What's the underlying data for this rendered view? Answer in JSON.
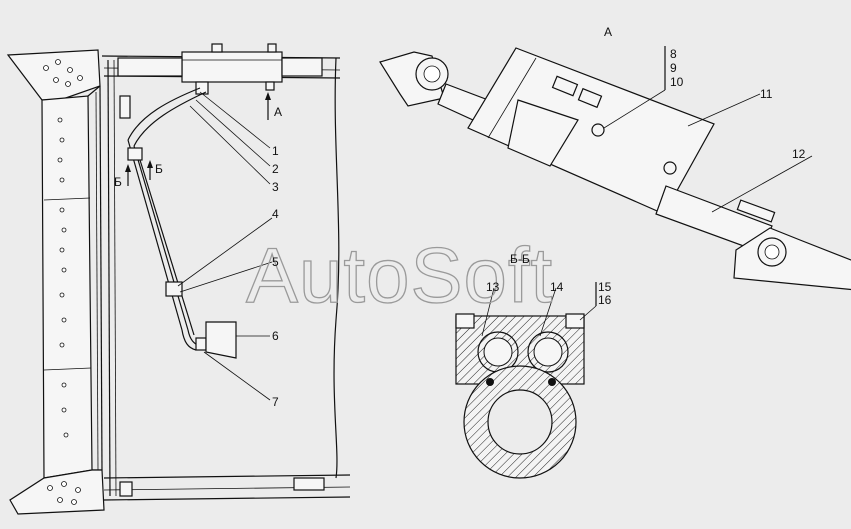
{
  "view_label_a": "А",
  "section_label": "Б-Б",
  "section_mark": "Б",
  "watermark": "AutoSoft",
  "callouts": {
    "c1": "1",
    "c2": "2",
    "c3": "3",
    "c4": "4",
    "c5": "5",
    "c6": "6",
    "c7": "7",
    "c8": "8",
    "c9": "9",
    "c10": "10",
    "c11": "11",
    "c12": "12",
    "c13": "13",
    "c14": "14",
    "c15": "15",
    "c16": "16"
  },
  "colors": {
    "background": "#ececec",
    "line": "#111111",
    "watermark": "#9a9a9a"
  }
}
